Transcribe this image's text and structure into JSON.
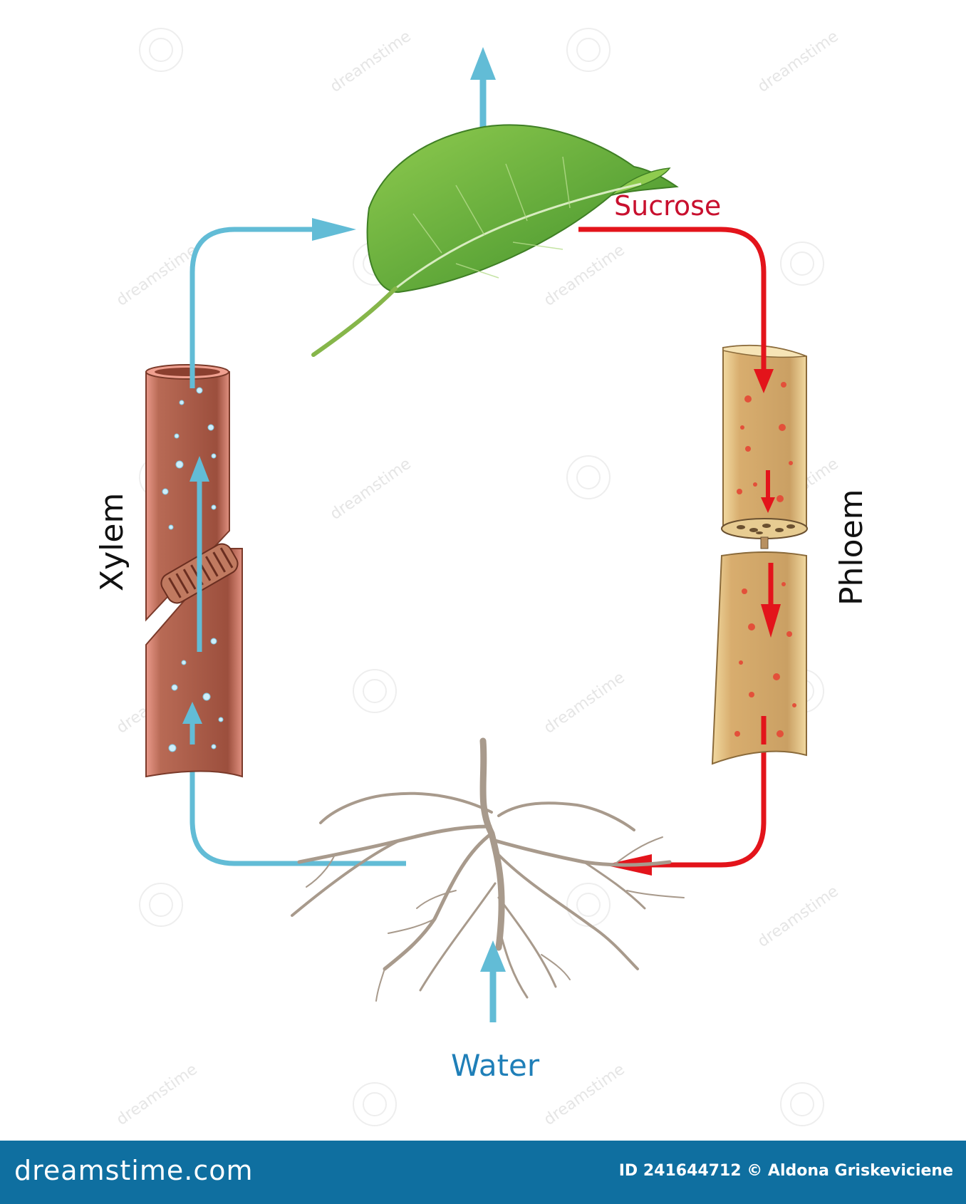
{
  "labels": {
    "sucrose": "Sucrose",
    "water": "Water",
    "xylem": "Xylem",
    "phloem": "Phloem"
  },
  "footer": {
    "site": "dreamstime.com",
    "credit": "ID 241644712 © Aldona Griskeviciene"
  },
  "watermark": "dreamstime",
  "colors": {
    "water_flow": "#62bcd6",
    "sucrose_flow": "#e3141b",
    "water_label": "#1f7fb8",
    "sucrose_label": "#c8102e",
    "leaf": "#6cb33f",
    "xylem_vessel": "#a85a45",
    "phloem_vessel": "#d9b074",
    "root": "#a89a8c",
    "footer_band": "#0f6fa0"
  },
  "icons": [
    "leaf-illustration",
    "xylem-vessel-illustration",
    "phloem-vessel-illustration",
    "root-system-illustration"
  ]
}
